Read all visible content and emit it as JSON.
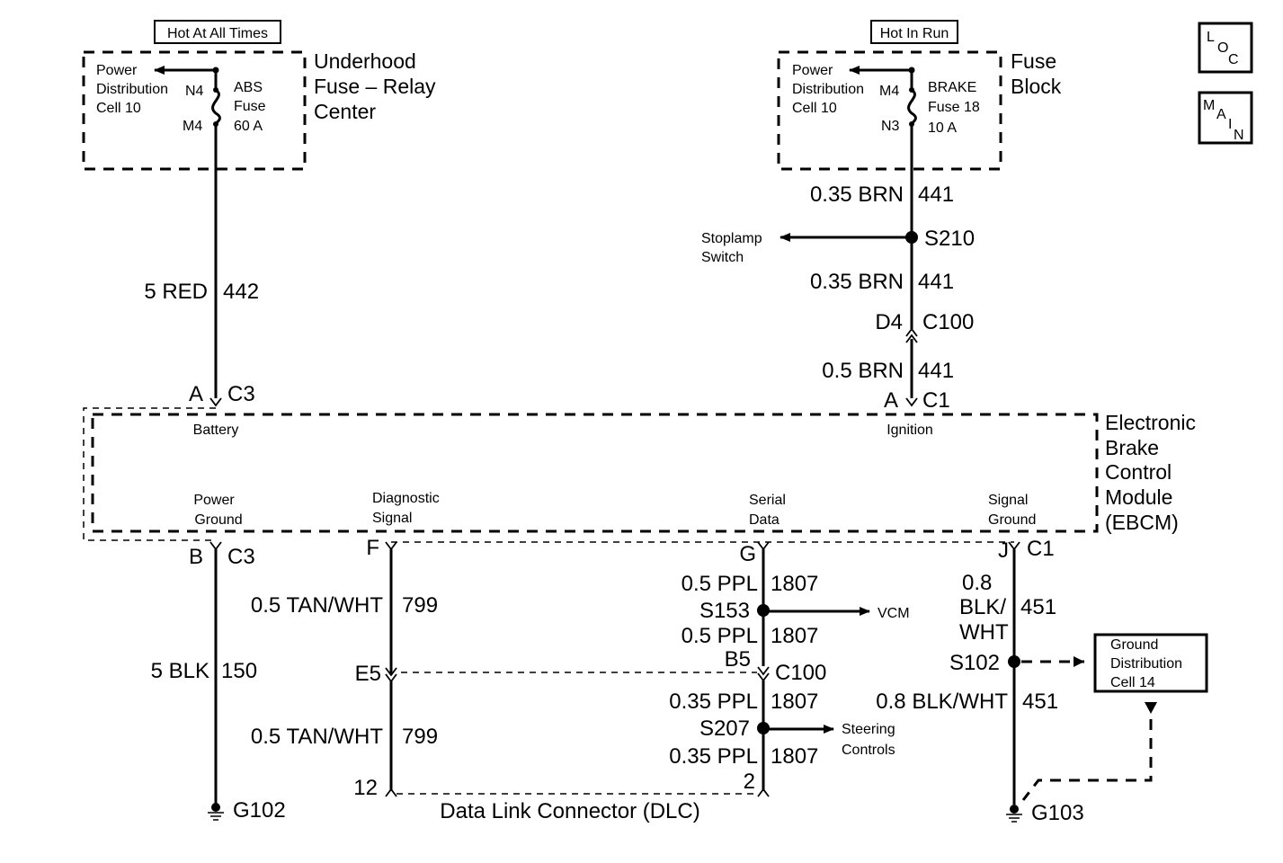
{
  "power": {
    "hot_at_all_times": "Hot At All Times",
    "hot_in_run": "Hot In Run"
  },
  "nav_icons": {
    "loc": [
      "L",
      "O",
      "C"
    ],
    "main": [
      "M",
      "A",
      "I",
      "N"
    ]
  },
  "underhood": {
    "title": [
      "Underhood",
      "Fuse – Relay",
      "Center"
    ],
    "pdc": [
      "Power",
      "Distribution",
      "Cell 10"
    ],
    "pin_in": "N4",
    "pin_out": "M4",
    "fuse": [
      "ABS",
      "Fuse",
      "60 A"
    ]
  },
  "fuse_block": {
    "title": [
      "Fuse",
      "Block"
    ],
    "pdc": [
      "Power",
      "Distribution",
      "Cell 10"
    ],
    "pin_in": "M4",
    "pin_out": "N3",
    "fuse": [
      "BRAKE",
      "Fuse 18",
      "10 A"
    ]
  },
  "battery_circuit": {
    "wire_size_color": "5 RED",
    "circuit": "442",
    "cavity": "A",
    "connector": "C3",
    "terminal": "Battery"
  },
  "ignition_circuit": {
    "seg1": {
      "wire": "0.35 BRN",
      "circuit": "441"
    },
    "splice": "S210",
    "stoplamp": [
      "Stoplamp",
      "Switch"
    ],
    "seg2": {
      "wire": "0.35 BRN",
      "circuit": "441"
    },
    "inline": {
      "cavity": "D4",
      "connector": "C100"
    },
    "seg3": {
      "wire": "0.5 BRN",
      "circuit": "441"
    },
    "cavity": "A",
    "connector": "C1",
    "terminal": "Ignition"
  },
  "ebcm": {
    "title": [
      "Electronic",
      "Brake",
      "Control",
      "Module",
      "(EBCM)"
    ]
  },
  "power_ground": {
    "terminal": [
      "Power",
      "Ground"
    ],
    "cavity": "B",
    "connector": "C3",
    "wire": "5 BLK",
    "circuit": "150",
    "ground": "G102"
  },
  "diagnostic": {
    "terminal": [
      "Diagnostic",
      "Signal"
    ],
    "cavity": "F",
    "seg1": {
      "wire": "0.5 TAN/WHT",
      "circuit": "799"
    },
    "inline": {
      "cavity": "E5"
    },
    "seg2": {
      "wire": "0.5 TAN/WHT",
      "circuit": "799"
    },
    "dlc_pin": "12"
  },
  "serial_data": {
    "terminal": [
      "Serial",
      "Data"
    ],
    "cavity": "G",
    "seg1": {
      "wire": "0.5 PPL",
      "circuit": "1807"
    },
    "splice1": "S153",
    "vcm": "VCM",
    "seg2": {
      "wire": "0.5 PPL",
      "circuit": "1807"
    },
    "inline": {
      "cavity": "B5",
      "connector": "C100"
    },
    "seg3": {
      "wire": "0.35 PPL",
      "circuit": "1807"
    },
    "splice2": "S207",
    "steering": [
      "Steering",
      "Controls"
    ],
    "seg4": {
      "wire": "0.35 PPL",
      "circuit": "1807"
    },
    "dlc_pin": "2",
    "dlc_name": "Data Link Connector (DLC)"
  },
  "signal_ground": {
    "terminal": [
      "Signal",
      "Ground"
    ],
    "cavity": "J",
    "connector": "C1",
    "seg1": {
      "wire": [
        "0.8",
        "BLK/",
        "WHT"
      ],
      "circuit": "451"
    },
    "splice": "S102",
    "gdc": [
      "Ground",
      "Distribution",
      "Cell 14"
    ],
    "seg2": {
      "wire": "0.8 BLK/WHT",
      "circuit": "451"
    },
    "ground": "G103"
  }
}
